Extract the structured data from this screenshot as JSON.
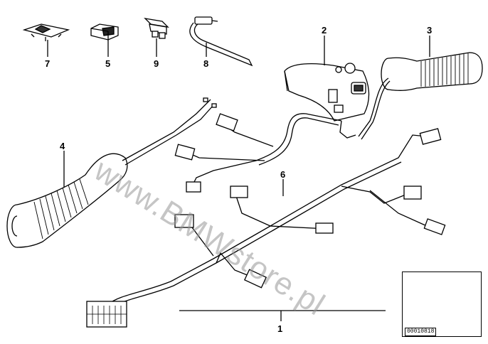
{
  "callouts": {
    "c1": "1",
    "c2": "2",
    "c3": "3",
    "c4": "4",
    "c5": "5",
    "c6": "6",
    "c7": "7",
    "c8": "8",
    "c9": "9"
  },
  "watermark": "www.BMWstore.pl",
  "reference_code": "00010818"
}
